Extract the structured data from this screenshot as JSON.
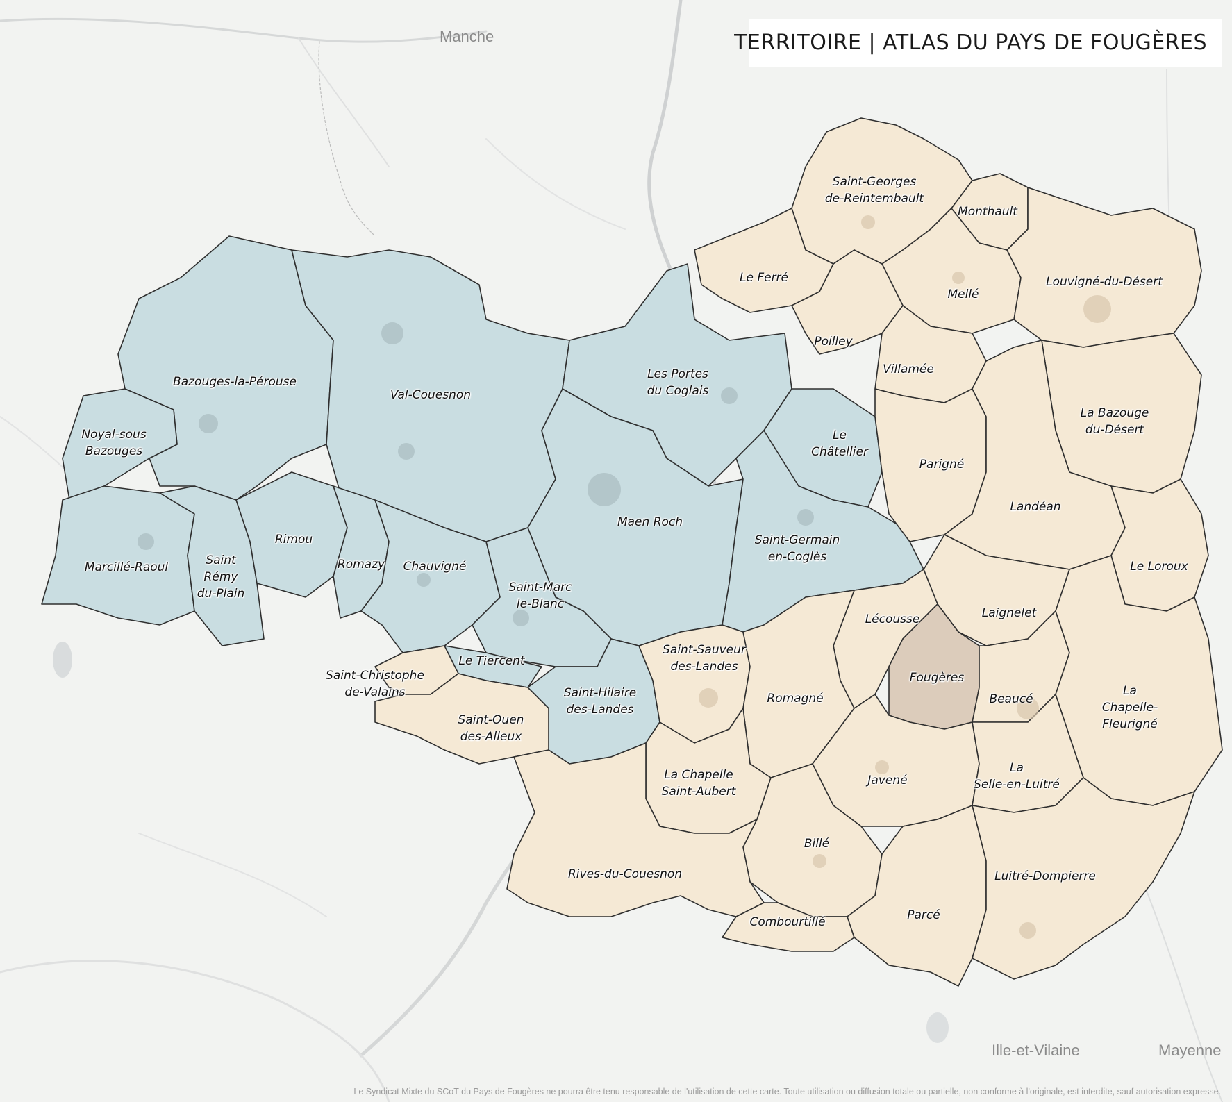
{
  "title": "TERRITOIRE | ATLAS DU PAYS DE FOUGÈRES",
  "regions": {
    "manche": "Manche",
    "ille_et_vilaine": "Ille-et-Vilaine",
    "mayenne": "Mayenne"
  },
  "disclaimer": "Le Syndicat Mixte du SCoT du Pays de Fougères ne pourra être tenu responsable de l'utilisation de cette carte. Toute utilisation ou diffusion totale ou partielle, non conforme à l'originale, est interdite, sauf autorisation expresse.",
  "colors": {
    "blue_zone": "#c9dde1",
    "beige_zone": "#f5e9d5",
    "fougeres": "#dcccbb",
    "boundary": "#333333",
    "background": "#f2f3f1"
  },
  "communes": {
    "bazouges": "Bazouges-la-Pérouse",
    "val_couesnon": "Val-Couesnon",
    "portes_coglais": "Les Portes\ndu Coglais",
    "noyal": "Noyal-sous\nBazouges",
    "marcille": "Marcillé-Raoul",
    "saint_remy": "Saint\nRémy\ndu-Plain",
    "rimou": "Rimou",
    "romazy": "Romazy",
    "chauvigne": "Chauvigné",
    "saint_marc": "Saint-Marc\nle-Blanc",
    "maen_roch": "Maen Roch",
    "chatellier": "Le\nChâtellier",
    "saint_germain": "Saint-Germain\nen-Coglès",
    "le_tiercent": "Le Tiercent",
    "saint_hilaire": "Saint-Hilaire\ndes-Landes",
    "saint_christophe": "Saint-Christophe\nde-Valains",
    "saint_ouen": "Saint-Ouen\ndes-Alleux",
    "saint_georges": "Saint-Georges\nde-Reintembault",
    "monthault": "Monthault",
    "le_ferre": "Le Ferré",
    "melle": "Mellé",
    "louvigne": "Louvigné-du-Désert",
    "poilley": "Poilley",
    "villamee": "Villamée",
    "bazouge_desert": "La Bazouge\ndu-Désert",
    "parigne": "Parigné",
    "landean": "Landéan",
    "le_loroux": "Le Loroux",
    "laignelet": "Laignelet",
    "lecousse": "Lécousse",
    "fougeres": "Fougères",
    "saint_sauveur": "Saint-Sauveur\ndes-Landes",
    "romagne": "Romagné",
    "beauce": "Beaucé",
    "chapelle_fleurigne": "La\nChapelle-Fleurigné",
    "javene": "Javené",
    "selle_luitre": "La\nSelle-en-Luitré",
    "chapelle_saint_aubert": "La Chapelle\nSaint-Aubert",
    "bille": "Billé",
    "rives_couesnon": "Rives-du-Couesnon",
    "luitre": "Luitré-Dompierre",
    "parce": "Parcé",
    "combourtille": "Combourtillé"
  }
}
